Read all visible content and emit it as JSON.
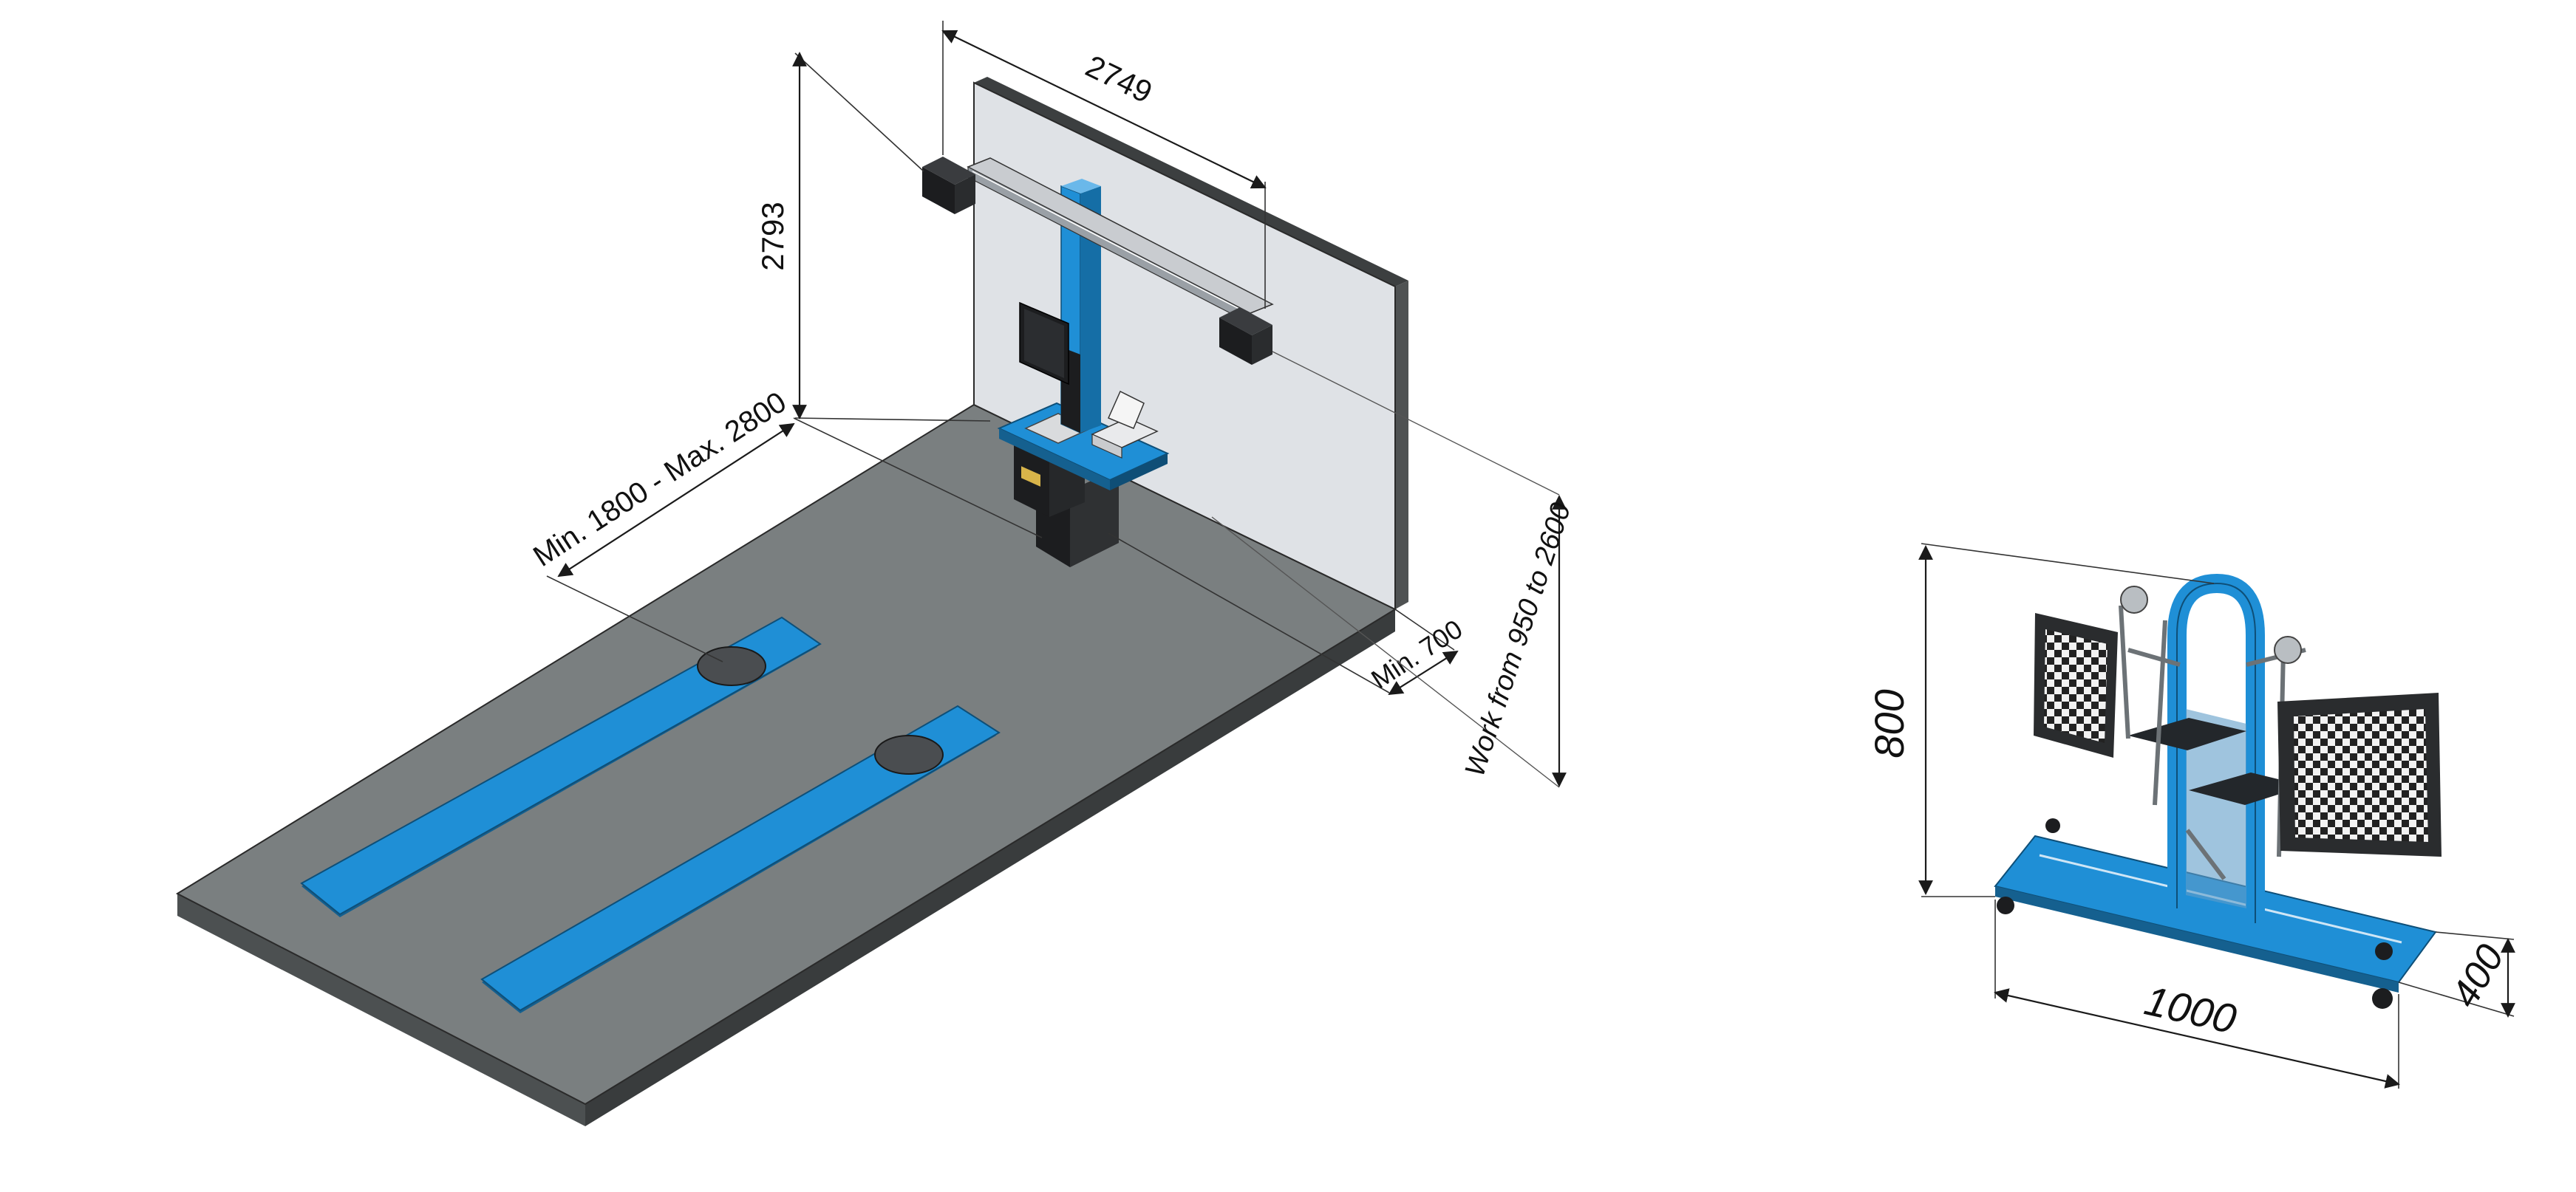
{
  "dimensions": {
    "beam_width": "2749",
    "column_height": "2793",
    "distance_range": "Min. 1800 - Max. 2800",
    "side_clearance": "Min. 700",
    "working_range": "Work from 950 to 2600",
    "stand_height": "800",
    "stand_width": "1000",
    "stand_depth": "400"
  },
  "colors": {
    "accent_blue": "#1f8fd6",
    "floor_gray": "#7a7f80",
    "wall_light": "#dfe2e6",
    "wall_dark": "#4f5253",
    "machine_black": "#1c1d1f"
  },
  "icons": {
    "camera": "camera-icon",
    "monitor": "monitor-icon",
    "printer": "printer-icon",
    "target_board": "checkerboard-target-icon"
  }
}
